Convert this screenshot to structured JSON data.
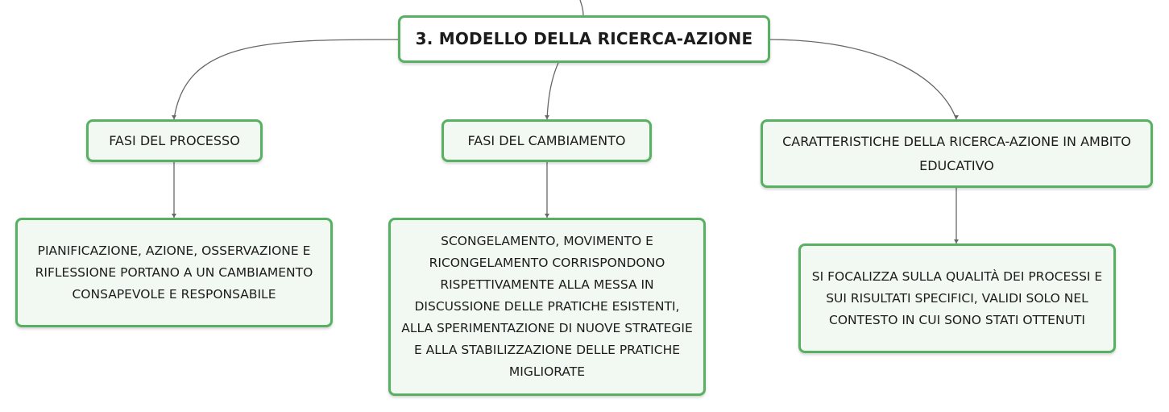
{
  "map": {
    "root": {
      "label": "3. MODELLO DELLA RICERCA-AZIONE"
    },
    "branches": [
      {
        "label": "FASI DEL PROCESSO",
        "detail": "PIANIFICAZIONE, AZIONE, OSSERVAZIONE E RIFLESSIONE PORTANO A UN CAMBIAMENTO CONSAPEVOLE E RESPONSABILE"
      },
      {
        "label": "FASI DEL CAMBIAMENTO",
        "detail": "SCONGELAMENTO, MOVIMENTO E RICONGELAMENTO CORRISPONDONO RISPETTIVAMENTE ALLA MESSA IN DISCUSSIONE DELLE PRATICHE ESISTENTI, ALLA SPERIMENTAZIONE DI NUOVE STRATEGIE E ALLA STABILIZZAZIONE DELLE PRATICHE MIGLIORATE"
      },
      {
        "label": "CARATTERISTICHE DELLA RICERCA-AZIONE IN AMBITO EDUCATIVO",
        "detail": "SI FOCALIZZA SULLA QUALITÀ DEI PROCESSI E SUI RISULTATI SPECIFICI, VALIDI SOLO NEL CONTESTO IN CUI SONO STATI OTTENUTI"
      }
    ]
  },
  "colors": {
    "node_border": "#58b062",
    "node_fill": "#f2f8f2",
    "connector": "#666666"
  }
}
